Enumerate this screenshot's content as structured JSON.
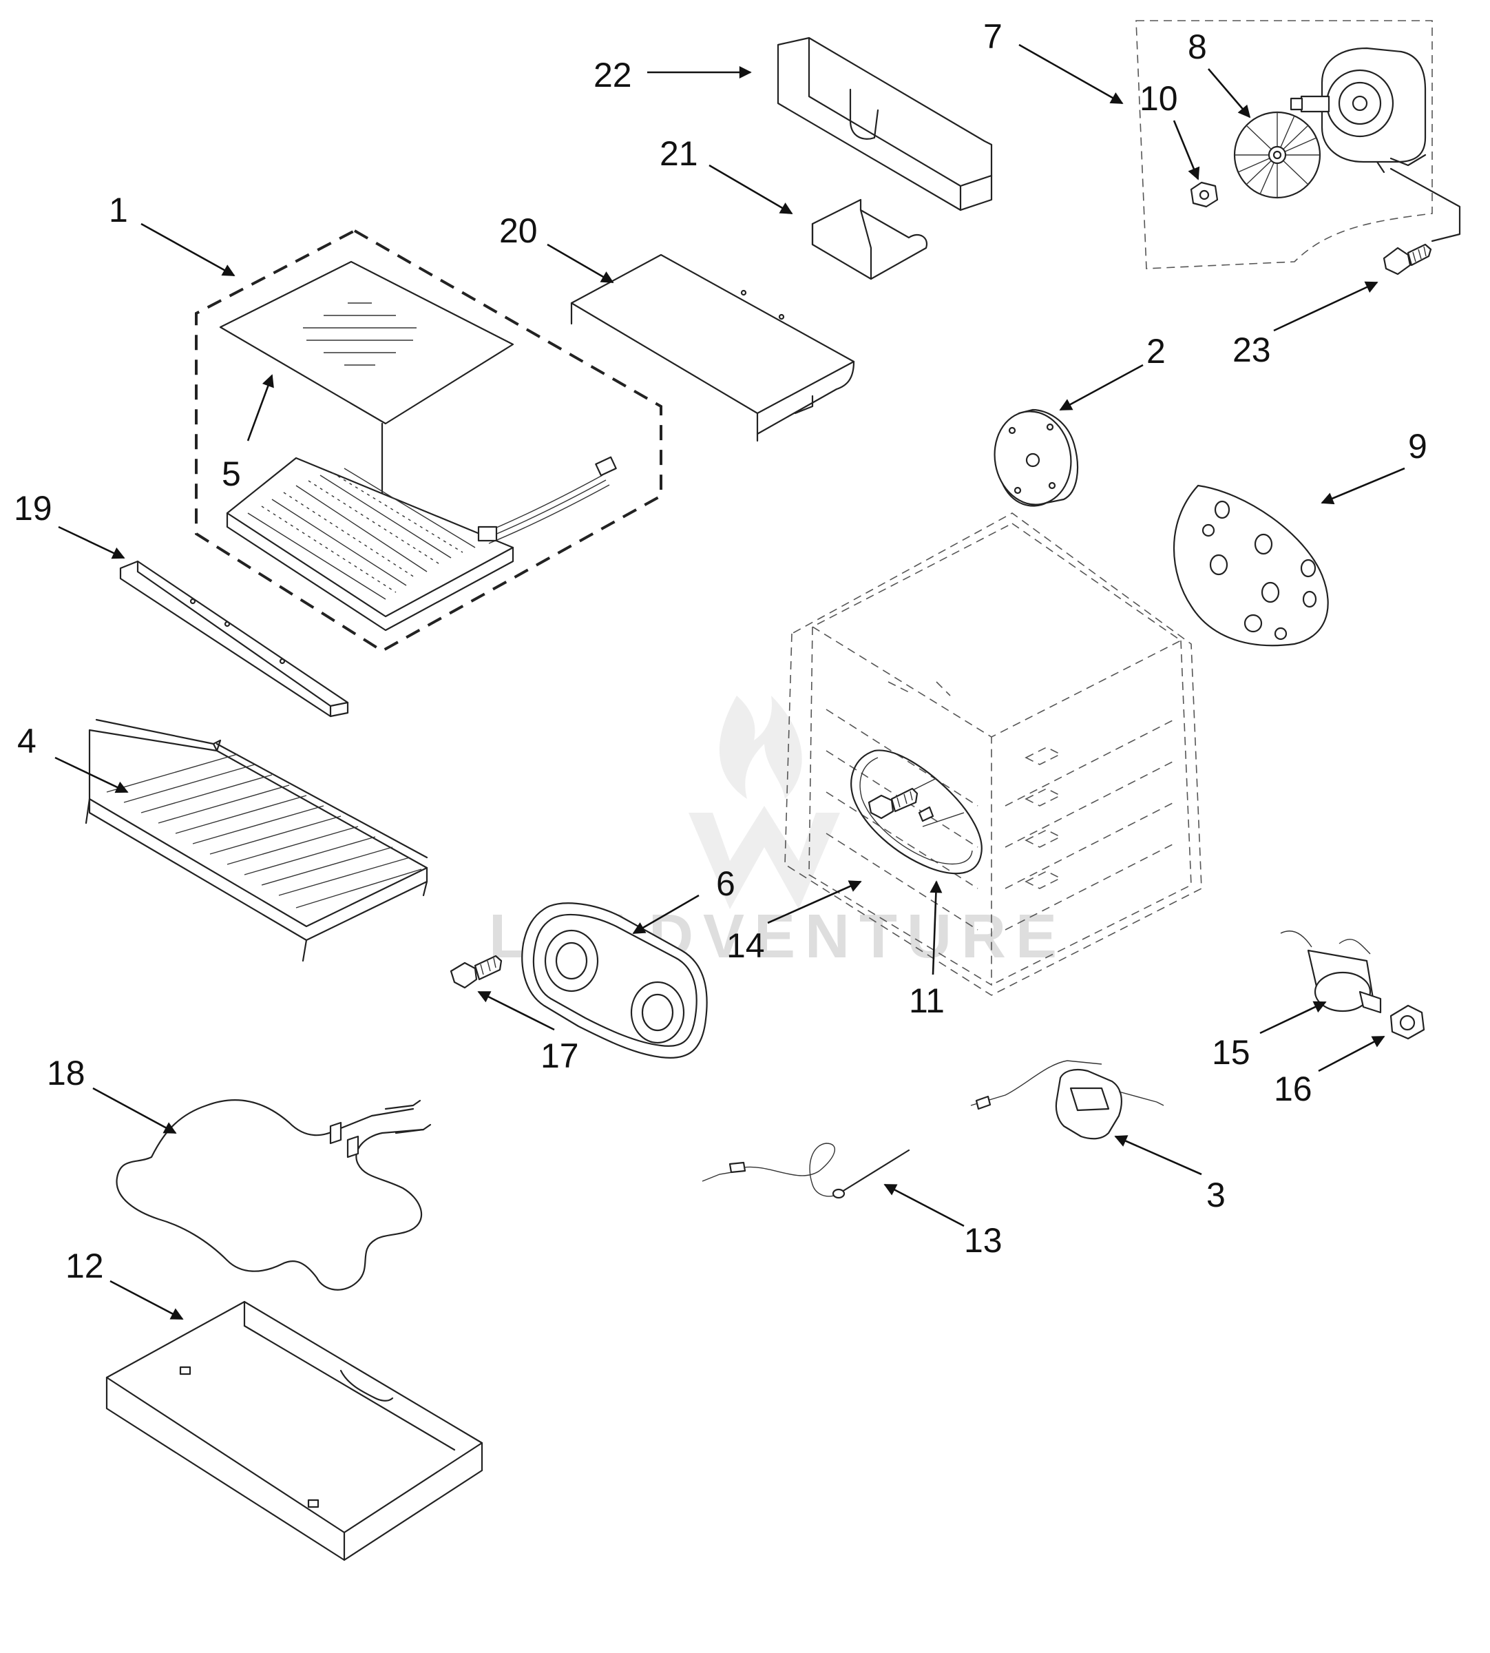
{
  "watermark": {
    "text": "LOADVENTURE"
  },
  "colors": {
    "line": "#222222",
    "background": "#ffffff",
    "watermark": "#dedede"
  },
  "callouts": {
    "c1": "1",
    "c2": "2",
    "c3": "3",
    "c4": "4",
    "c5": "5",
    "c6": "6",
    "c7": "7",
    "c8": "8",
    "c9": "9",
    "c10": "10",
    "c11": "11",
    "c12": "12",
    "c13": "13",
    "c14": "14",
    "c15": "15",
    "c16": "16",
    "c17": "17",
    "c18": "18",
    "c19": "19",
    "c20": "20",
    "c21": "21",
    "c22": "22",
    "c23": "23"
  }
}
